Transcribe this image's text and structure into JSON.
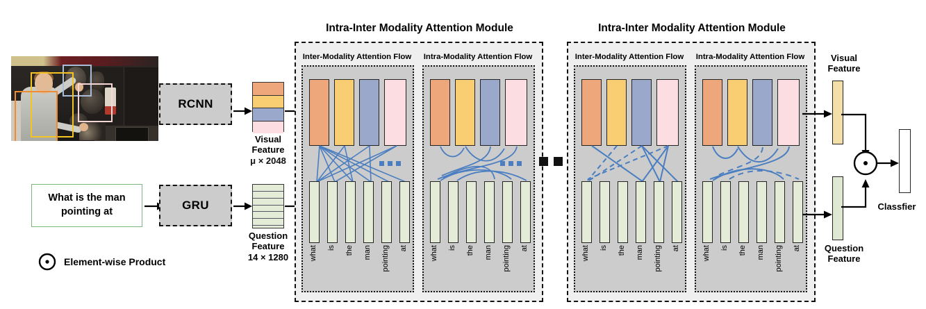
{
  "diagram": {
    "title_module": "Intra-Inter Modality Attention Module",
    "flow_inter": "Inter-Modality Attention Flow",
    "flow_intra": "Intra-Modality Attention Flow"
  },
  "input": {
    "image_alt": "man-pointing-at-pan-in-kitchen",
    "question_text": "What is the man pointing at"
  },
  "processors": {
    "visual_encoder": "RCNN",
    "text_encoder": "GRU"
  },
  "features": {
    "visual_label_l1": "Visual",
    "visual_label_l2": "Feature",
    "visual_dims": "μ × 2048",
    "question_label_l1": "Question",
    "question_label_l2": "Feature",
    "question_dims": "14 × 1280"
  },
  "output": {
    "visual_feature_l1": "Visual",
    "visual_feature_l2": "Feature",
    "question_feature_l1": "Question",
    "question_feature_l2": "Feature",
    "classifier_label": "Classfier"
  },
  "legend": {
    "product_label": "Element-wise Product",
    "product_symbol": "⊙"
  },
  "words": [
    "what",
    "is",
    "the",
    "man",
    "pointing",
    "at"
  ],
  "colors": {
    "visual_bar_1": "#eda77a",
    "visual_bar_2": "#f9cd72",
    "visual_bar_3": "#9aa8cc",
    "visual_bar_4": "#fcdde2",
    "question_bar": "#e4ecd7",
    "attention_line": "#4a7ec0",
    "panel_outer": "#efefef",
    "panel_inner": "#cccccc",
    "process_box": "#cccccc",
    "question_box_border": "#7cb87c",
    "out_visual_bar": "#f5dfa8",
    "out_question_bar": "#dfe9d2",
    "bbox_yellow": "#f5c324",
    "bbox_orange": "#ef8b33",
    "bbox_blue": "#a9bdd8",
    "bbox_pink": "#f6d7d7"
  },
  "ellipsis": {
    "inner_dots": 3,
    "module_gap_dots": 3
  }
}
